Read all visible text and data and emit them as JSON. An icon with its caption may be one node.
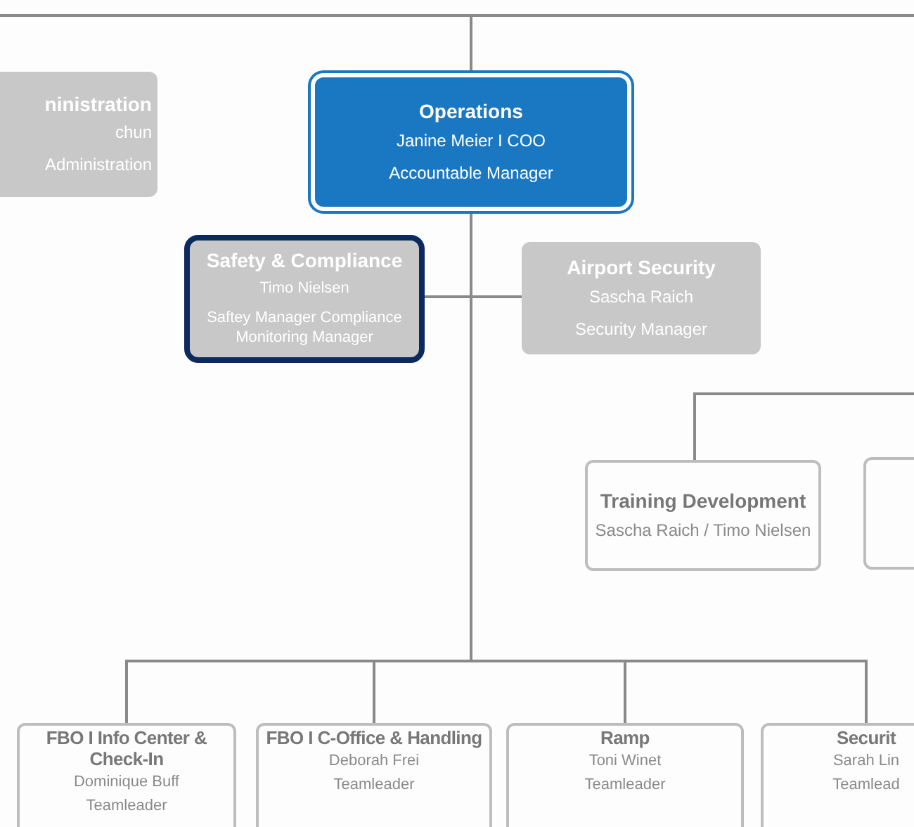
{
  "diagram": {
    "nodes": [
      {
        "text": [
          "ninistration",
          "chun",
          "Administration"
        ]
      },
      {
        "text": [
          "Operations",
          "Janine Meier I COO",
          "Accountable Manager"
        ]
      },
      {
        "text": [
          "Safety & Compliance",
          "Timo Nielsen",
          "Saftey Manager Compliance Monitoring Manager"
        ]
      },
      {
        "text": [
          "Airport Security",
          "Sascha Raich",
          "Security Manager"
        ]
      },
      {
        "text": [
          "Training Development",
          "Sascha Raich / Timo Nielsen"
        ]
      },
      {
        "text": [],
        "shape": "box"
      },
      {
        "text": [
          "FBO I Info Center & Check-In",
          "Dominique Buff",
          "Teamleader"
        ]
      },
      {
        "text": [
          "FBO I C-Office & Handling",
          "Deborah Frei",
          "Teamleader"
        ]
      },
      {
        "text": [
          "Ramp",
          "Toni Winet",
          "Teamleader"
        ]
      },
      {
        "text": [
          "Securit",
          "Sarah Lin",
          "Teamlead"
        ]
      }
    ],
    "edges": [
      {
        "from": null,
        "to": 1,
        "arrow": "none"
      },
      {
        "from": 1,
        "to": 2,
        "arrow": "none"
      },
      {
        "from": 1,
        "to": 3,
        "arrow": "none"
      },
      {
        "from": null,
        "to": 4,
        "arrow": "none"
      },
      {
        "from": 1,
        "to": 6,
        "arrow": "none"
      },
      {
        "from": 1,
        "to": 7,
        "arrow": "none"
      },
      {
        "from": 1,
        "to": 8,
        "arrow": "none"
      },
      {
        "from": 1,
        "to": 9,
        "arrow": "none"
      }
    ]
  }
}
